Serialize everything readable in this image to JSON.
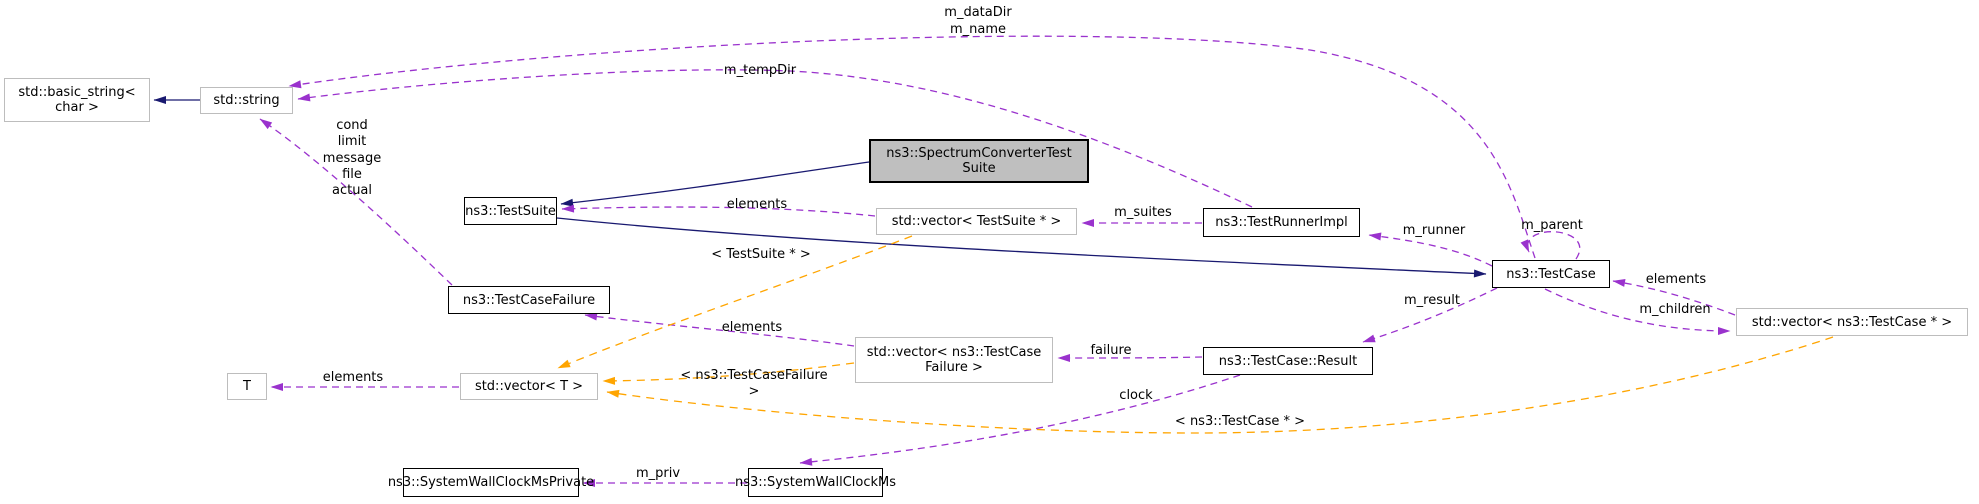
{
  "diagram": {
    "type": "doxygen-collaboration-graph",
    "colors": {
      "background": "#ffffff",
      "inheritance_edge": "#191970",
      "usage_edge": "#9a32cd",
      "template_edge": "#ffa500",
      "highlight_node_fill": "#bfbfbf",
      "node_border_internal": "#000000",
      "node_border_external": "#bdbdbd"
    },
    "nodes": {
      "basic_string": {
        "label": "std::basic_string<\nchar >"
      },
      "string": {
        "label": "std::string"
      },
      "test_suite": {
        "label": "ns3::TestSuite"
      },
      "spectrum_converter_test_suite": {
        "label": "ns3::SpectrumConverterTest\nSuite"
      },
      "vector_test_suite_ptr": {
        "label": "std::vector< TestSuite * >"
      },
      "test_runner_impl": {
        "label": "ns3::TestRunnerImpl"
      },
      "test_case": {
        "label": "ns3::TestCase"
      },
      "vector_test_case_ptr": {
        "label": "std::vector< ns3::TestCase * >"
      },
      "test_case_failure": {
        "label": "ns3::TestCaseFailure"
      },
      "vector_test_case_failure": {
        "label": "std::vector< ns3::TestCase\nFailure >"
      },
      "test_case_result": {
        "label": "ns3::TestCase::Result"
      },
      "t": {
        "label": "T"
      },
      "vector_t": {
        "label": "std::vector< T >"
      },
      "system_wall_clock_ms_private": {
        "label": "ns3::SystemWallClockMsPrivate"
      },
      "system_wall_clock_ms": {
        "label": "ns3::SystemWallClockMs"
      }
    },
    "edge_labels": {
      "m_datadir_m_name": "m_dataDir\nm_name",
      "m_tempdir": "m_tempDir",
      "string_members": "cond\nlimit\nmessage\nfile\nactual",
      "elements_suites": "elements",
      "template_test_suite_ptr": "< TestSuite * >",
      "m_suites": "m_suites",
      "m_runner": "m_runner",
      "m_parent": "m_parent",
      "elements_children": "elements",
      "m_children": "m_children",
      "m_result": "m_result",
      "elements_failures": "elements",
      "template_test_case_failure": "< ns3::TestCaseFailure >",
      "failure": "failure",
      "clock": "clock",
      "template_test_case_ptr": "< ns3::TestCase * >",
      "elements_t": "elements",
      "m_priv": "m_priv"
    }
  }
}
